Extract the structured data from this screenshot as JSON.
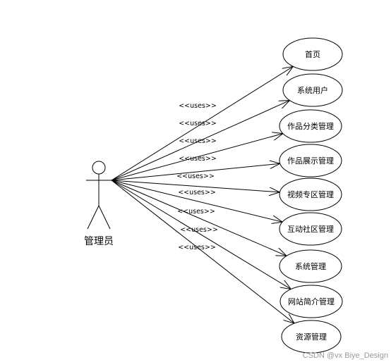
{
  "diagram": {
    "actor": {
      "label": "管理员"
    },
    "relationship_label": "<<uses>>",
    "use_cases": [
      "首页",
      "系统用户",
      "作品分类管理",
      "作品展示管理",
      "视频专区管理",
      "互动社区管理",
      "系统管理",
      "网站简介管理",
      "资源管理"
    ],
    "colors": {
      "stroke": "#000000",
      "background": "#ffffff"
    }
  },
  "watermark": "CSDN @vx Biye_Design"
}
